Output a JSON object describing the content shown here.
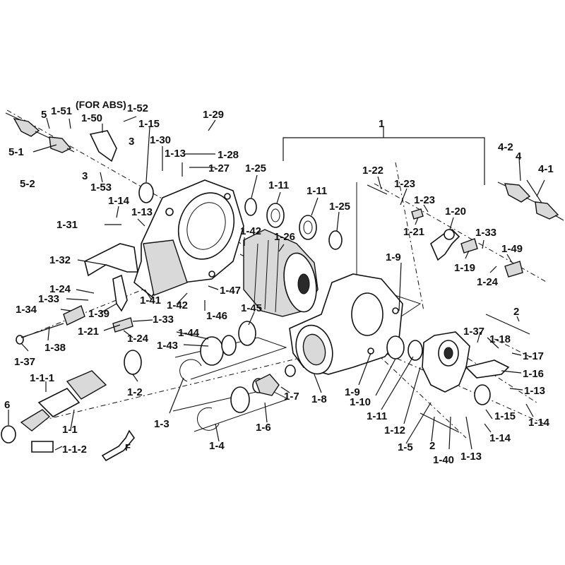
{
  "labels": {
    "l1": "1",
    "l5": "5",
    "l5_1": "5-1",
    "l5_2": "5-2",
    "l1_51": "1-51",
    "for_abs": "(FOR ABS)",
    "l1_50": "1-50",
    "l1_52": "1-52",
    "l1_15a": "1-15",
    "l3a": "3",
    "l3b": "3",
    "l1_53": "1-53",
    "l1_30": "1-30",
    "l1_29": "1-29",
    "l1_13a": "1-13",
    "l1_28": "1-28",
    "l1_27": "1-27",
    "l1_25a": "1-25",
    "l1_11a": "1-11",
    "l1_11b": "1-11",
    "l1_25b": "1-25",
    "l1_22": "1-22",
    "l1_23a": "1-23",
    "l1_23b": "1-23",
    "l1_21a": "1-21",
    "l1_20": "1-20",
    "l1_33a": "1-33",
    "l1_19": "1-19",
    "l1_49": "1-49",
    "l1_24a": "1-24",
    "l4_2": "4-2",
    "l4": "4",
    "l4_1": "4-1",
    "l1_14a": "1-14",
    "l1_13b": "1-13",
    "l1_31": "1-31",
    "l1_42a": "1-42",
    "l1_26": "1-26",
    "l1_32": "1-32",
    "l1_9a": "1-9",
    "l1_24b": "1-24",
    "l1_33b": "1-33",
    "l1_34": "1-34",
    "l1_39": "1-39",
    "l1_41": "1-41",
    "l1_42b": "1-42",
    "l1_47": "1-47",
    "l1_46": "1-46",
    "l1_45": "1-45",
    "l1_33c": "1-33",
    "l2a": "2",
    "l1_21b": "1-21",
    "l1_44": "1-44",
    "l1_24c": "1-24",
    "l1_43": "1-43",
    "l1_38": "1-38",
    "l1_37a": "1-37",
    "l1_18": "1-18",
    "l1_37b": "1-37",
    "l1_17": "1-17",
    "l1_16": "1-16",
    "l1_1_1": "1-1-1",
    "l1_2": "1-2",
    "l1_7": "1-7",
    "l1_8": "1-8",
    "l1_9b": "1-9",
    "l1_10": "1-10",
    "l1_13c": "1-13",
    "l6": "6",
    "l1_3": "1-3",
    "l1_6": "1-6",
    "l1_11c": "1-11",
    "l1_15b": "1-15",
    "l1_14b": "1-14",
    "l1_1": "1-1",
    "l1_4": "1-4",
    "l1_12": "1-12",
    "l1_5": "1-5",
    "l2b": "2",
    "l1_14c": "1-14",
    "l1_1_2": "1-1-2",
    "l1_40": "1-40",
    "l1_13d": "1-13"
  },
  "front_marker": "F"
}
